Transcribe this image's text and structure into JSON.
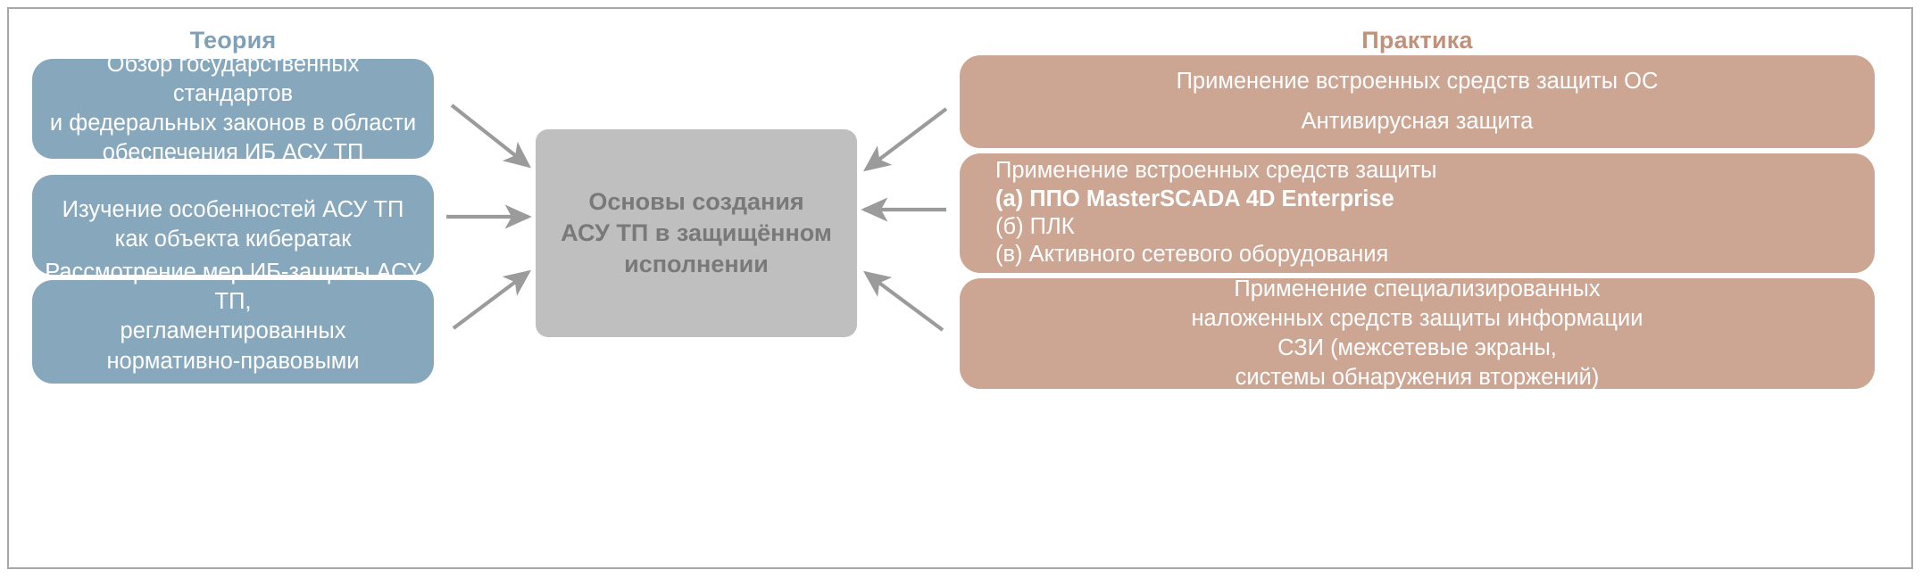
{
  "columns": {
    "theory_title": "Теория",
    "practice_title": "Практика"
  },
  "theory_boxes": [
    {
      "lines": [
        "Обзор государственных стандартов",
        "и федеральных законов в области",
        "обеспечения ИБ АСУ ТП"
      ]
    },
    {
      "lines": [
        "Изучение особенностей АСУ ТП",
        "как объекта кибератак"
      ]
    },
    {
      "lines": [
        "Рассмотрение мер ИБ-защиты АСУ ТП,",
        "регламентированных",
        "нормативно-правовыми документами"
      ]
    }
  ],
  "practice_boxes": [
    {
      "lines": [
        "Применение встроенных средств защиты ОС",
        "Антивирусная защита"
      ]
    },
    {
      "lines": [
        "Применение встроенных средств защиты",
        "(а) ППО MasterSCADA 4D Enterprise",
        "(б) ПЛК",
        "(в) Активного сетевого оборудования"
      ],
      "bold_line_index": 1
    },
    {
      "lines": [
        "Применение специализированных",
        "наложенных средств защиты информации",
        "СЗИ (межсетевые экраны,",
        "системы обнаружения вторжений)"
      ]
    }
  ],
  "center": {
    "lines": [
      "Основы создания",
      "АСУ ТП в защищённом",
      "исполнении"
    ]
  },
  "colors": {
    "theory_box": "#87A8BC",
    "theory_title": "#7FA0B6",
    "practice_box": "#CCA593",
    "practice_title": "#C1917B",
    "center_box": "#BFBFBF",
    "center_text": "#797979",
    "arrow": "#9B9B9B",
    "frame_border": "#A8A8A8",
    "background": "#FFFFFF"
  },
  "arrows": [
    {
      "name": "theory-1-to-center",
      "direction": "right-down"
    },
    {
      "name": "theory-2-to-center",
      "direction": "right"
    },
    {
      "name": "theory-3-to-center",
      "direction": "right-up"
    },
    {
      "name": "practice-1-to-center",
      "direction": "left-down"
    },
    {
      "name": "practice-2-to-center",
      "direction": "left"
    },
    {
      "name": "practice-3-to-center",
      "direction": "left-up"
    }
  ]
}
